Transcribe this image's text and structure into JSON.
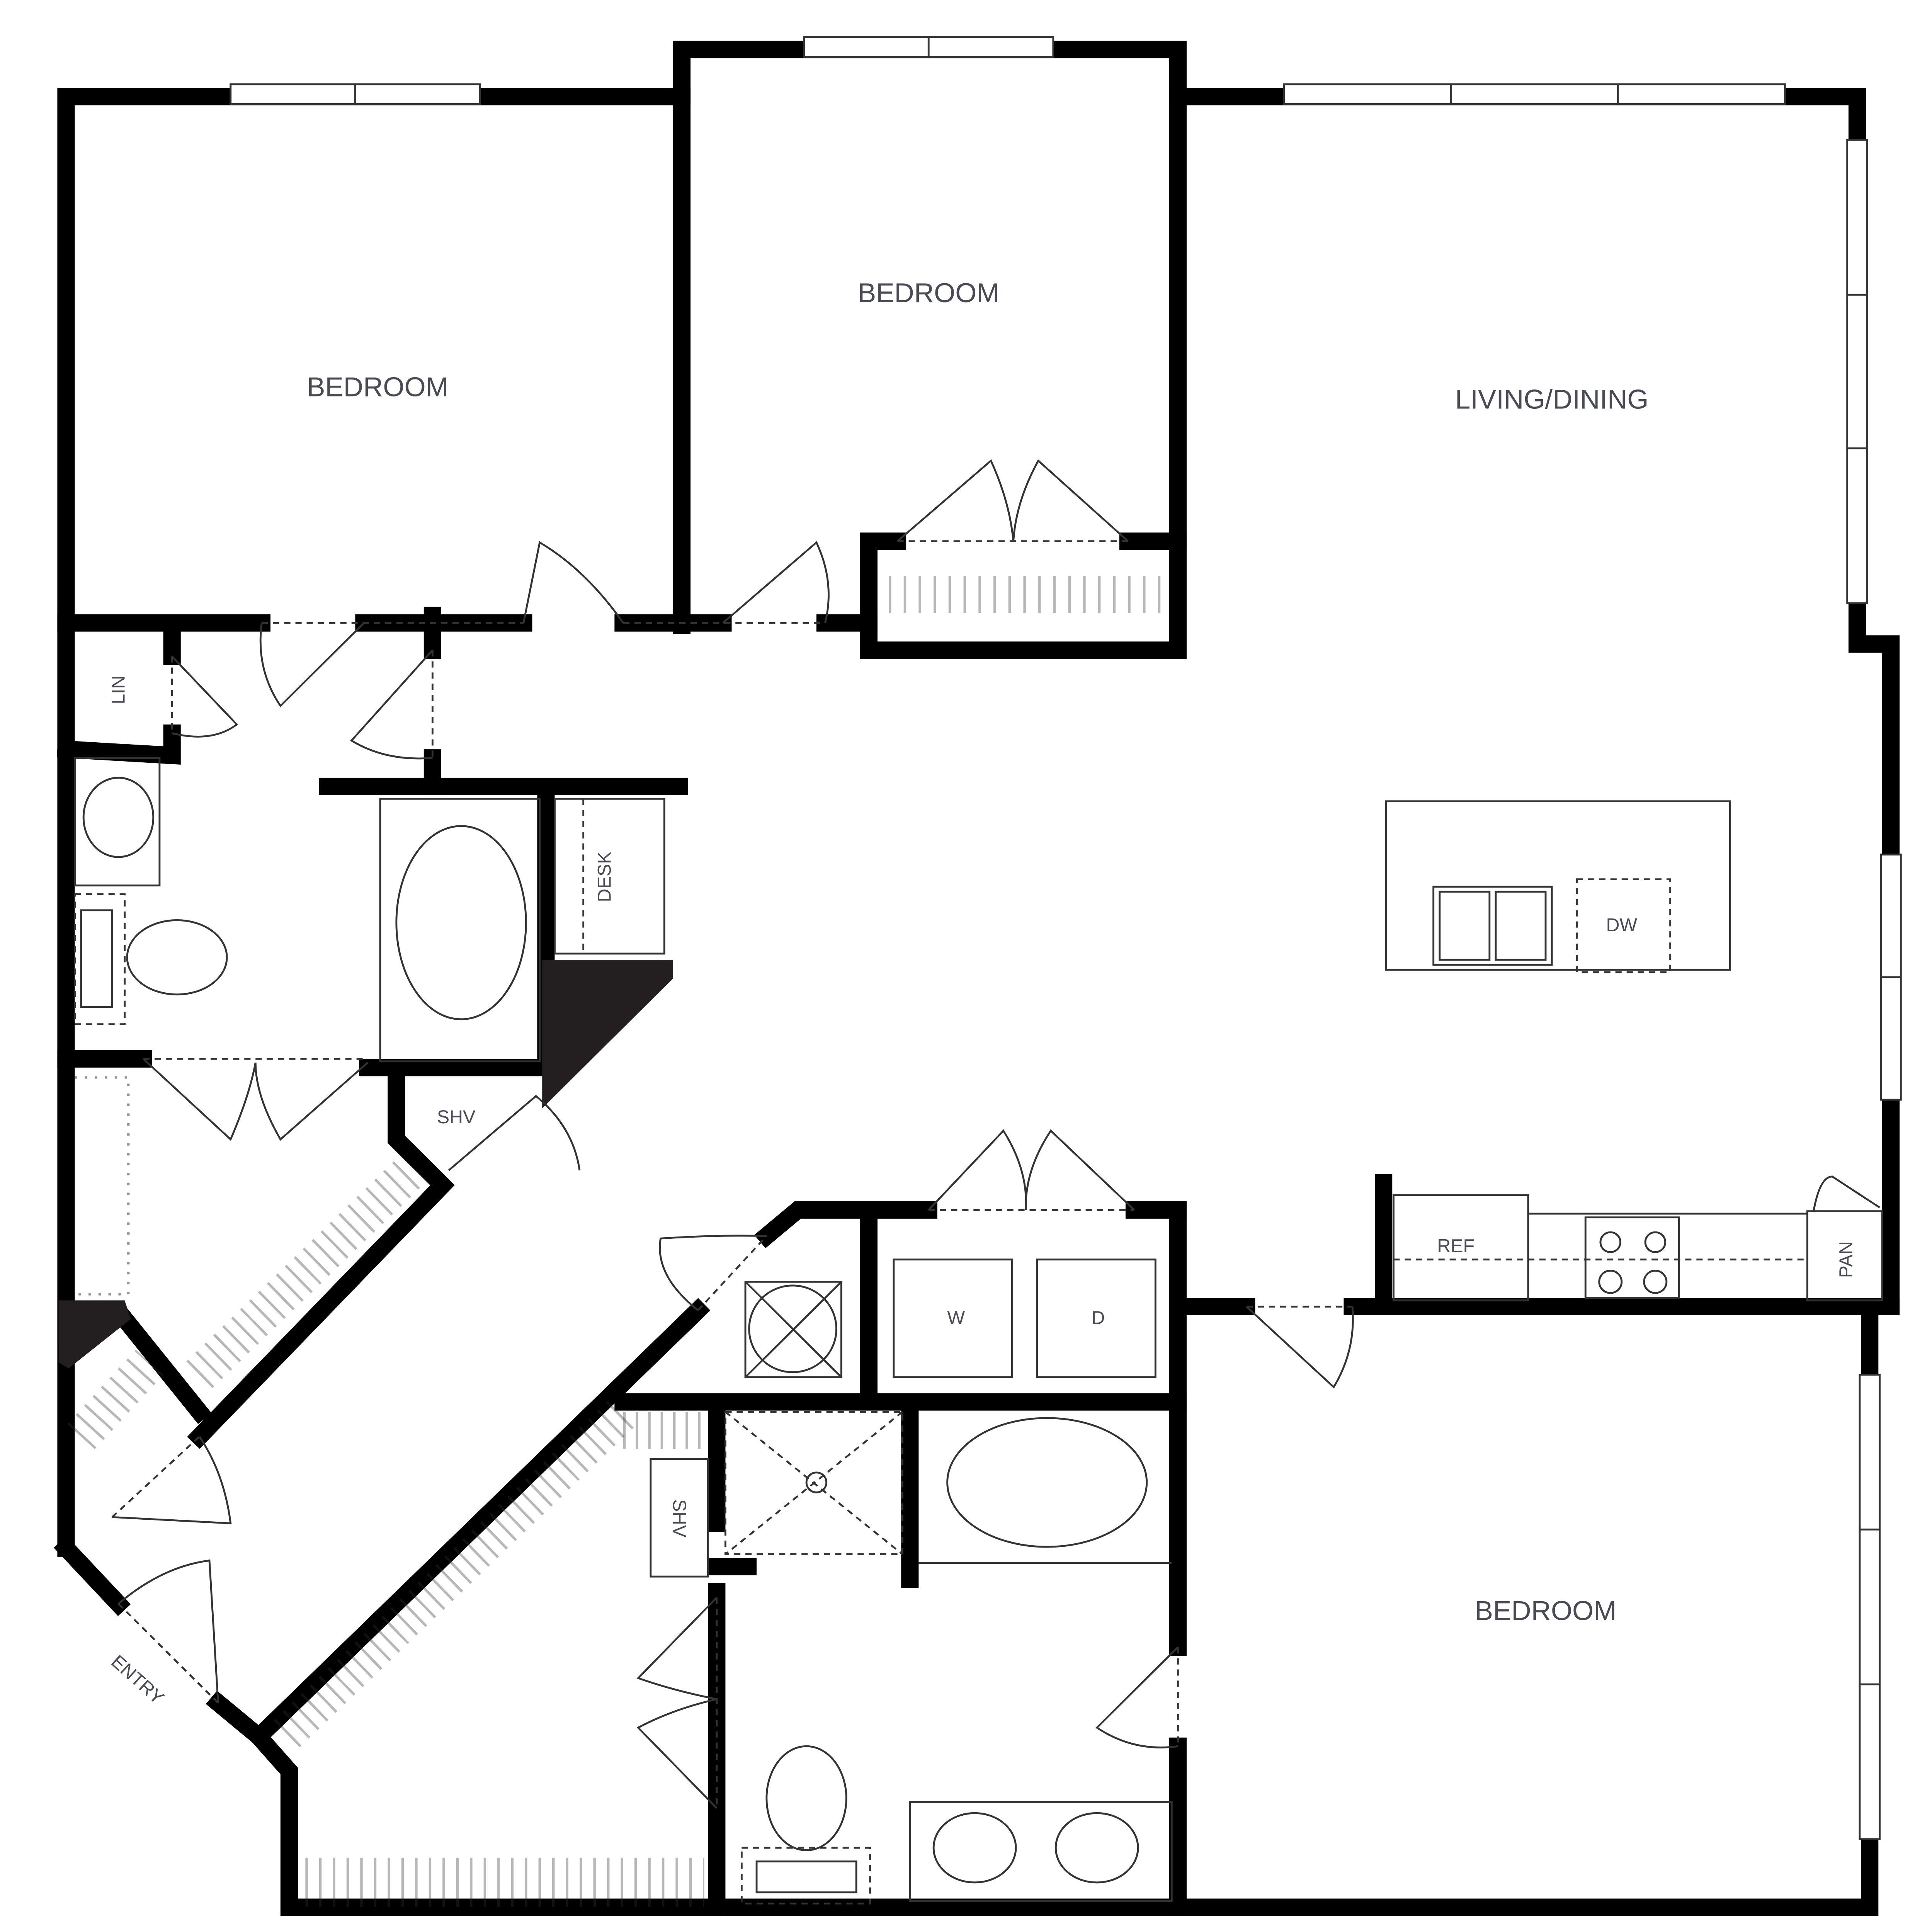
{
  "rooms": {
    "bedroom_1": "BEDROOM",
    "bedroom_2": "BEDROOM",
    "living_dining": "LIVING/DINING",
    "bedroom_3": "BEDROOM"
  },
  "fixtures": {
    "linen": "LIN",
    "desk": "DESK",
    "shelving_1": "SHV",
    "shelving_2": "SHV",
    "dishwasher": "DW",
    "refrigerator": "REF",
    "pantry": "PAN",
    "washer": "W",
    "dryer": "D",
    "entry": "ENTRY"
  }
}
